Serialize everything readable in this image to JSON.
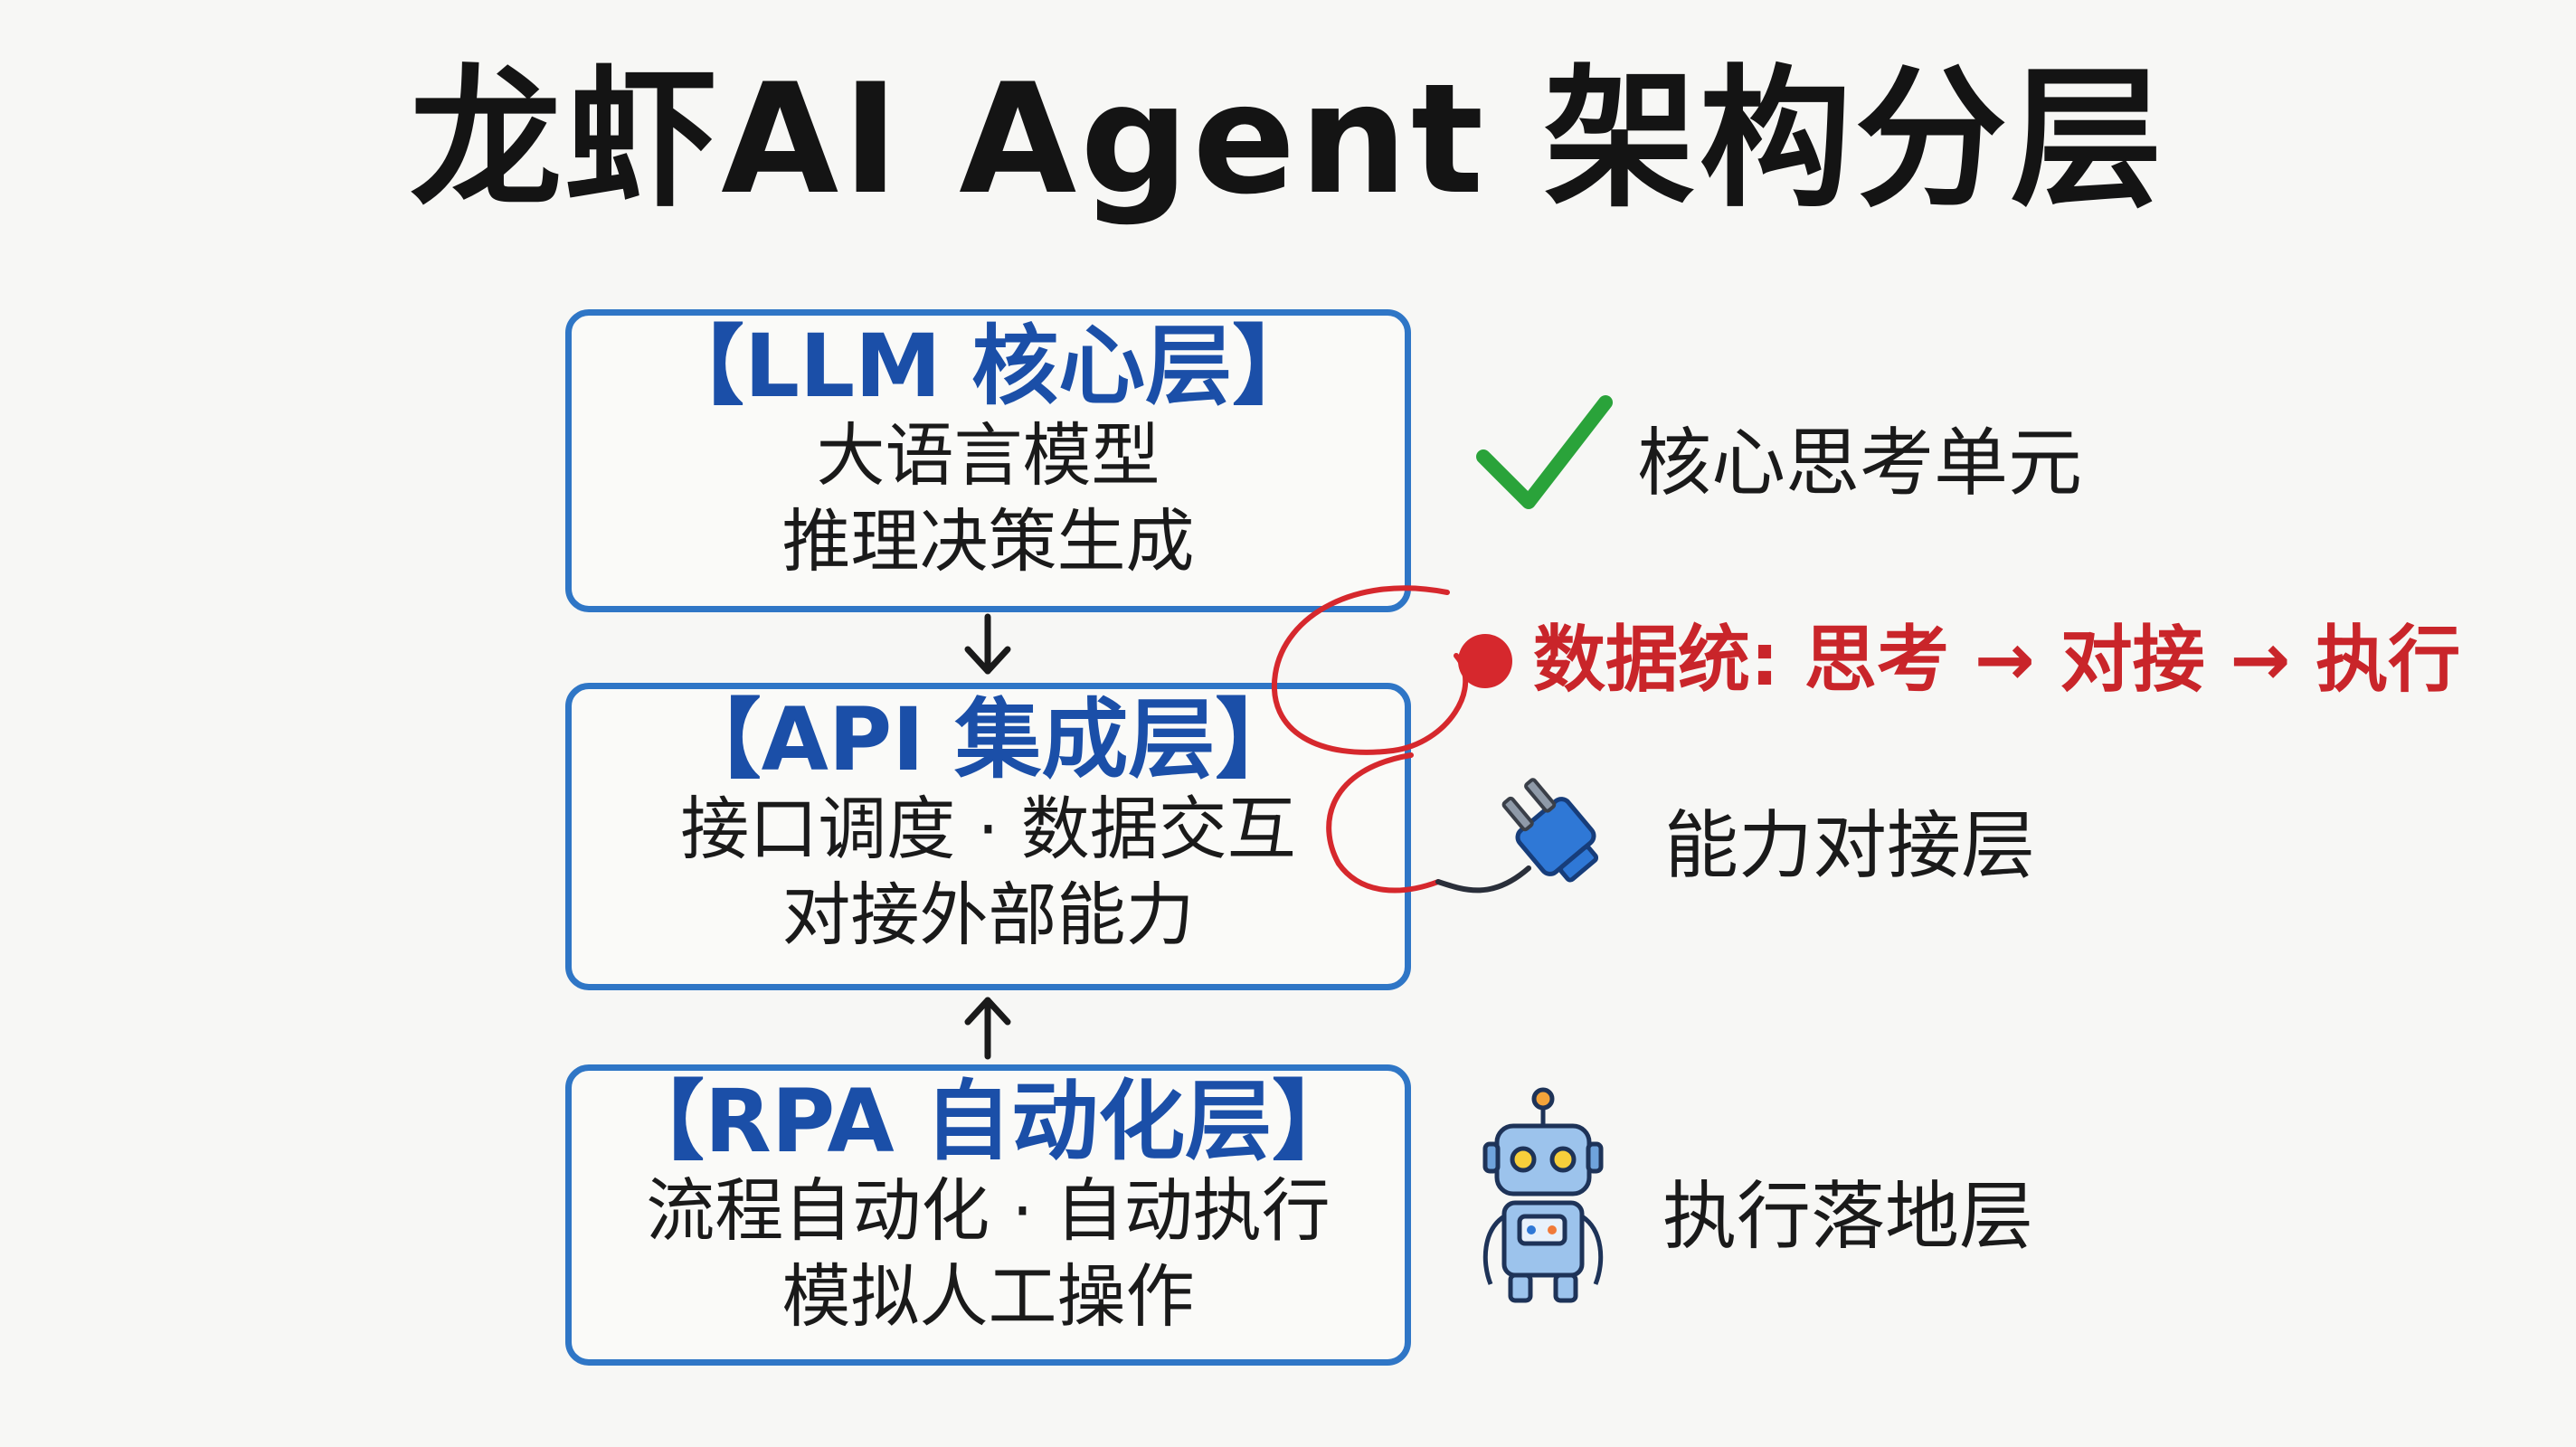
{
  "title": "龙虾AI Agent 架构分层",
  "layers": [
    {
      "heading": "【LLM 核心层】",
      "lines": [
        "大语言模型",
        "推理决策生成"
      ],
      "side_label": "核心思考单元",
      "icon": "checkmark-icon"
    },
    {
      "heading": "【API 集成层】",
      "lines": [
        "接口调度 · 数据交互",
        "对接外部能力"
      ],
      "side_label": "能力对接层",
      "icon": "plug-icon"
    },
    {
      "heading": "【RPA 自动化层】",
      "lines": [
        "流程自动化 · 自动执行",
        "模拟人工操作"
      ],
      "side_label": "执行落地层",
      "icon": "robot-icon"
    }
  ],
  "data_flow": {
    "label": "数据统: 思考 → 对接 → 执行",
    "color": "#c9252a"
  },
  "colors": {
    "box_border": "#2f76c6",
    "heading": "#1b4fa8",
    "check": "#2aa33a",
    "accent_red": "#c9252a"
  }
}
